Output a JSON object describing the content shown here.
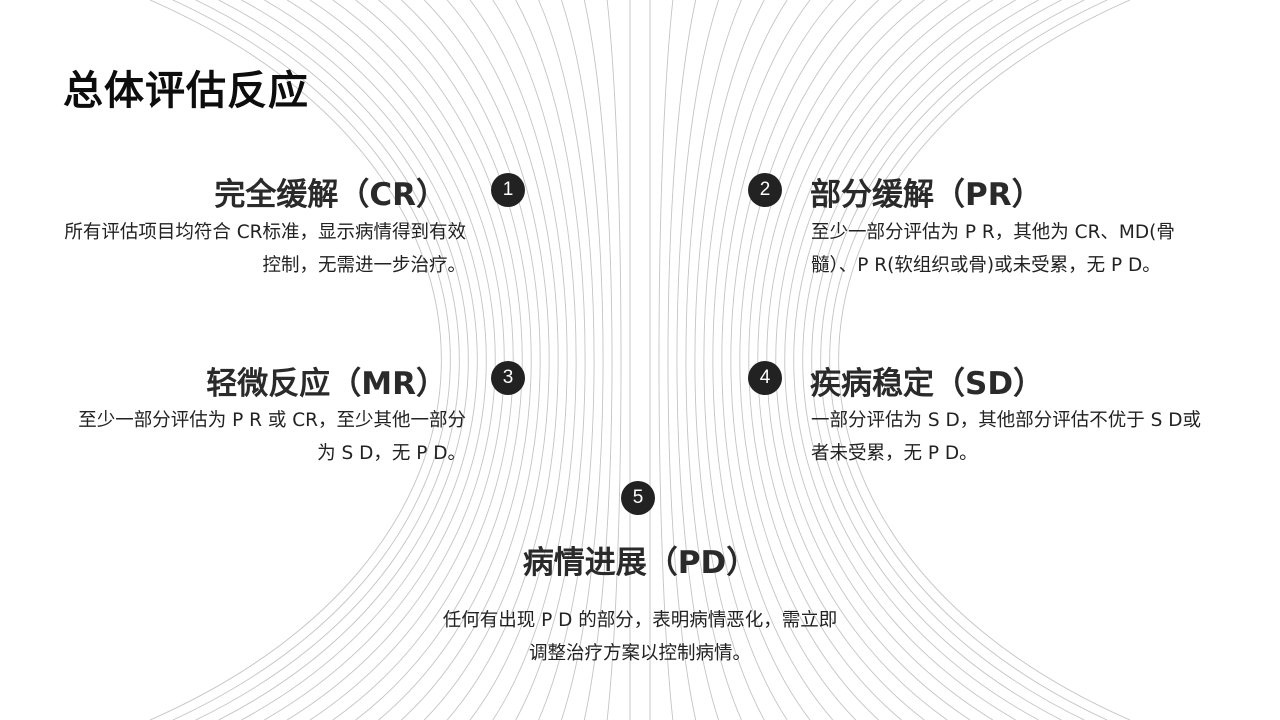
{
  "page": {
    "title": "总体评估反应"
  },
  "items": [
    {
      "number": "1",
      "heading": "完全缓解（CR）",
      "description": "所有评估项目均符合 CR标准，显示病情得到有效控制，无需进一步治疗。"
    },
    {
      "number": "2",
      "heading": "部分缓解（PR）",
      "description": "至少一部分评估为 P R，其他为 CR、MD(骨髓）、P R(软组织或骨)或未受累，无 P D。"
    },
    {
      "number": "3",
      "heading": "轻微反应（MR）",
      "description": "至少一部分评估为 P R 或 CR，至少其他一部分为 S D，无 P D。"
    },
    {
      "number": "4",
      "heading": "疾病稳定（SD）",
      "description": "一部分评估为 S D，其他部分评估不优于 S D或者未受累，无 P D。"
    },
    {
      "number": "5",
      "heading": "病情进展（PD）",
      "description": "任何有出现 P D 的部分，表明病情恶化，需立即调整治疗方案以控制病情。"
    }
  ],
  "colors": {
    "badge": "#222222",
    "heading": "#2a2a2a",
    "text": "#222222",
    "lines": "#c4c4c4"
  },
  "background": {
    "decoration": "converging-curved-lines"
  }
}
